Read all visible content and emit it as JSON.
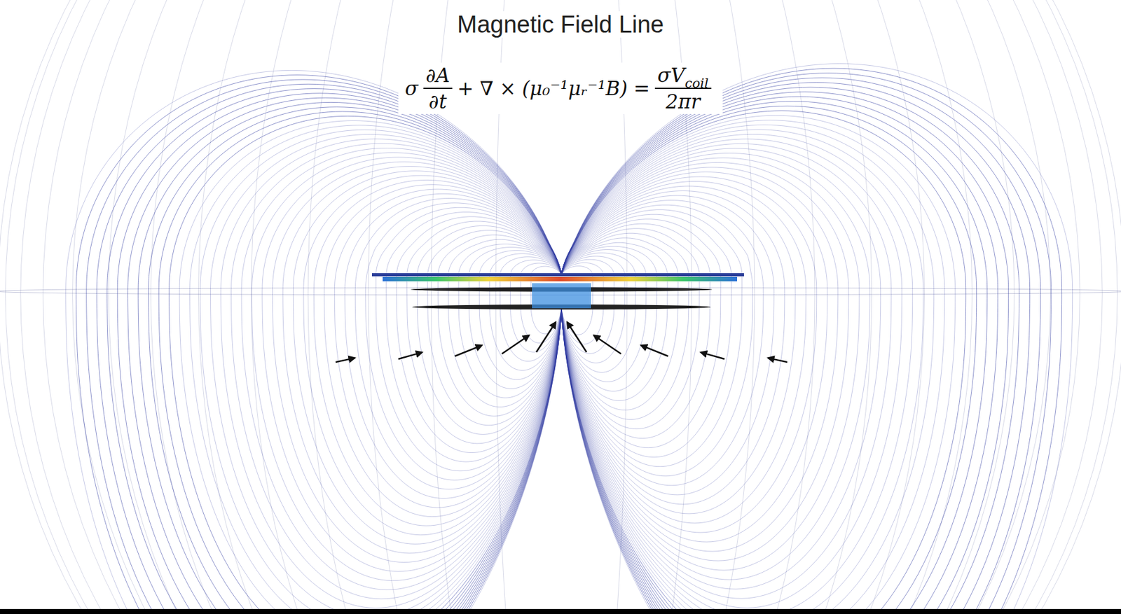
{
  "diagram": {
    "title": "Magnetic Field Line",
    "labels": [
      "σ",
      "∂A",
      "∂t",
      "+ ∇ × (μ₀⁻¹μᵣ⁻¹B) =",
      "σV",
      "coil",
      "2πr"
    ]
  }
}
